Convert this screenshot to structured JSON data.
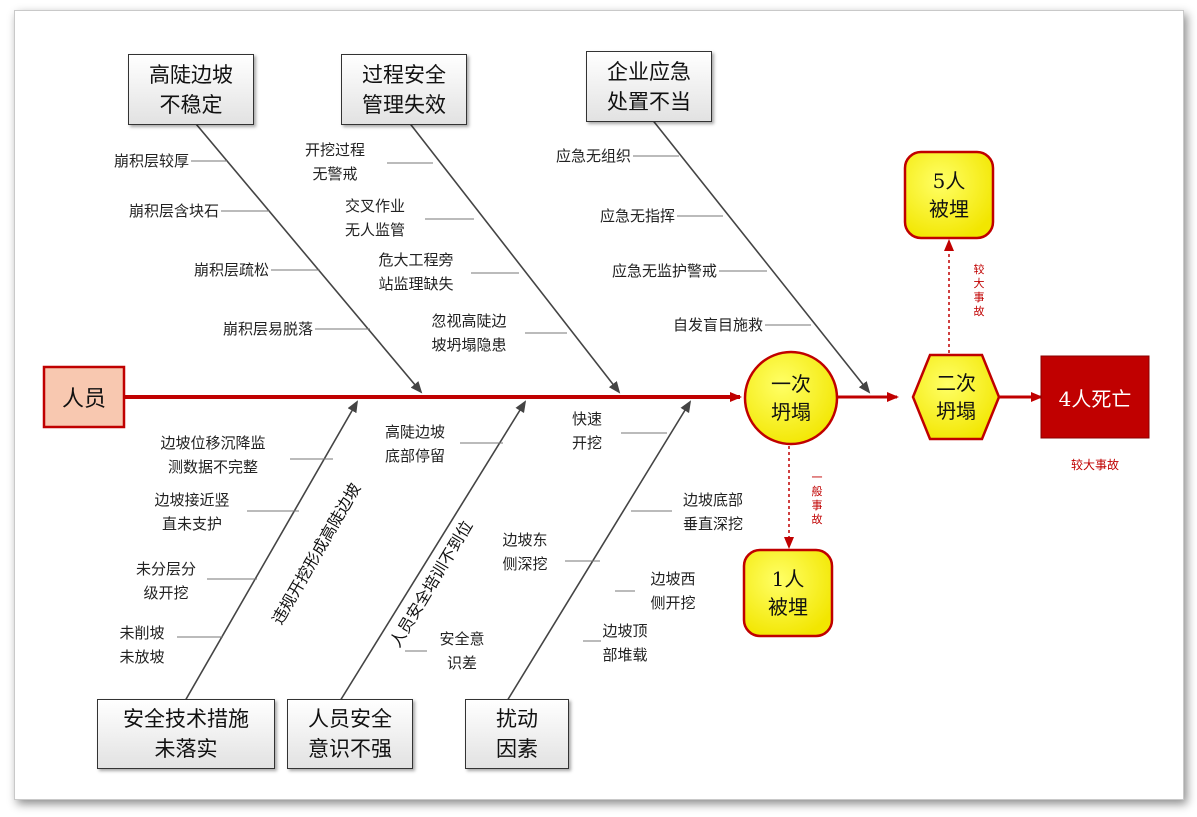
{
  "head": {
    "person": "人员",
    "first_collapse": "一次\n坍塌",
    "second_collapse": "二次\n坍塌",
    "death": "4人死亡"
  },
  "outcomes": {
    "buried_1": "1人\n被埋",
    "buried_5": "5人\n被埋",
    "general_accident": "一般事故",
    "major_accident_vertical": "较大事故",
    "major_accident_caption": "较大事故"
  },
  "top_causes": [
    {
      "box": "高陡边坡\n不稳定",
      "items": [
        "崩积层较厚",
        "崩积层含块石",
        "崩积层疏松",
        "崩积层易脱落"
      ]
    },
    {
      "box": "过程安全\n管理失效",
      "items": [
        "开挖过程\n无警戒",
        "交叉作业\n无人监管",
        "危大工程旁\n站监理缺失",
        "忽视高陡边\n坡坍塌隐患"
      ]
    },
    {
      "box": "企业应急\n处置不当",
      "items": [
        "应急无组织",
        "应急无指挥",
        "应急无监护警戒",
        "自发盲目施救"
      ]
    }
  ],
  "bottom_causes": [
    {
      "box": "安全技术措施\n未落实",
      "bone_label": "违规开挖形成高陡边坡",
      "items": [
        "边坡位移沉降监\n测数据不完整",
        "边坡接近竖\n直未支护",
        "未分层分\n级开挖",
        "未削坡\n未放坡"
      ]
    },
    {
      "box": "人员安全\n意识不强",
      "bone_label": "人员安全培训不到位",
      "items": [
        "高陡边坡\n底部停留",
        "安全意\n识差"
      ]
    },
    {
      "box": "扰动\n因素",
      "items": [
        "快速\n开挖",
        "边坡底部\n垂直深挖",
        "边坡东\n侧深挖",
        "边坡西\n侧开挖",
        "边坡顶\n部堆载"
      ]
    }
  ],
  "colors": {
    "spine": "#c00000",
    "yellow": "#ffff00",
    "yellow_border": "#c00000",
    "death_fill": "#c00000",
    "person_fill": "#f8c8b0"
  }
}
